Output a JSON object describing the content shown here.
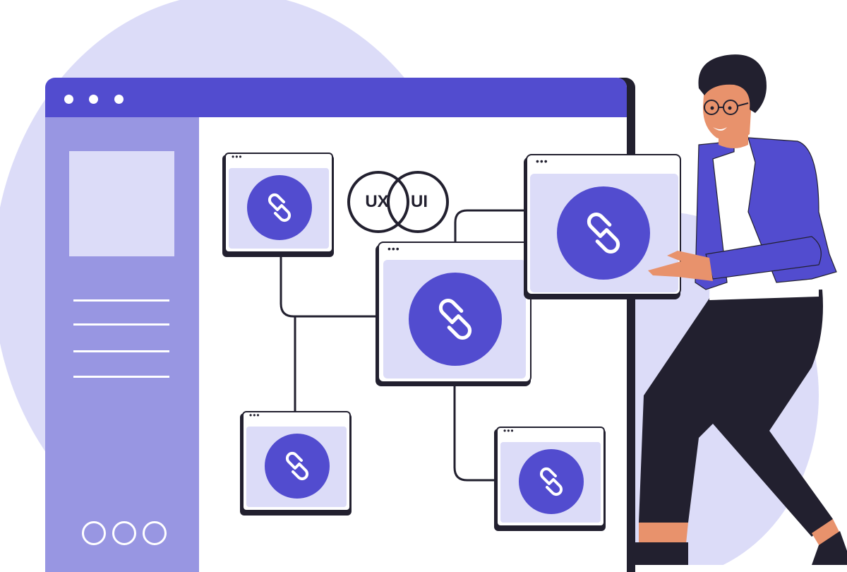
{
  "illustration": {
    "theme": "UX/UI design concept",
    "colors": {
      "primary": "#524ccf",
      "sidebar": "#9896e2",
      "blob": "#dcdcf8",
      "panel": "#dcdcf8",
      "outline": "#22202f",
      "skin": "#e8926c",
      "white": "#ffffff"
    }
  },
  "browser_window": {
    "title_bar_dots": 3,
    "sidebar": {
      "placeholder_block": true,
      "lines": 4,
      "footer_circles": 3
    }
  },
  "venn": {
    "left_label": "UX",
    "right_label": "UI"
  },
  "cards": [
    {
      "name": "card-top-left",
      "icon": "link-icon",
      "dots": "•••"
    },
    {
      "name": "card-center",
      "icon": "link-icon",
      "dots": "•••"
    },
    {
      "name": "card-top-right",
      "icon": "link-icon",
      "dots": "•••"
    },
    {
      "name": "card-bottom-left",
      "icon": "link-icon",
      "dots": "•••"
    },
    {
      "name": "card-bottom-right",
      "icon": "link-icon",
      "dots": "•••"
    }
  ],
  "character": {
    "description": "Man with glasses in blue blazer holding a card"
  }
}
